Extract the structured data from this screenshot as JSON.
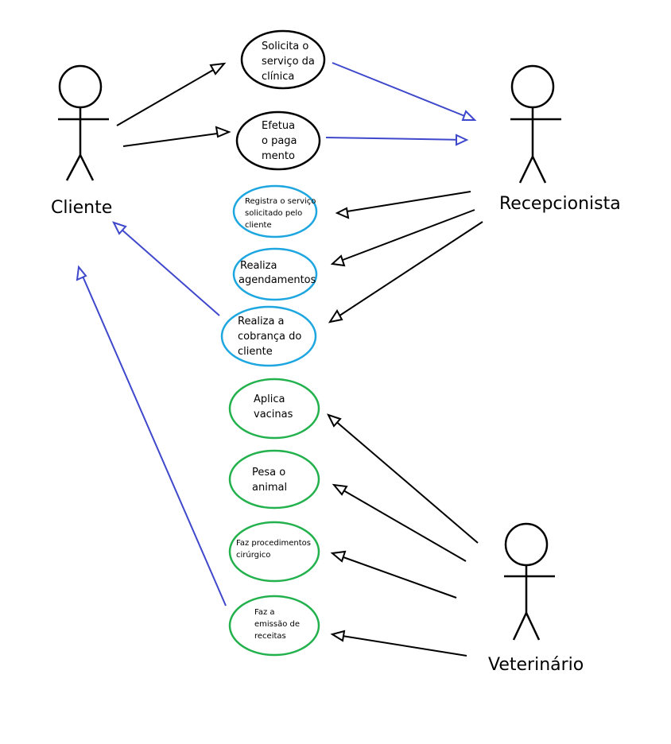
{
  "colors": {
    "black": "#000000",
    "blue_assoc": "#3f48cc",
    "cyan_usecase": "#1da6e0",
    "green_usecase": "#22b14c"
  },
  "actors": {
    "cliente": "Cliente",
    "recepcionista": "Recepcionista",
    "veterinario": "Veterinário"
  },
  "use_cases": {
    "solicita": [
      "Solicita o",
      "serviço da",
      "clínica"
    ],
    "efetua": [
      "Efetua",
      "o paga",
      "mento"
    ],
    "registra": [
      "Registra o serviço",
      "solicitado pelo",
      "cliente"
    ],
    "agenda": [
      "Realiza",
      "agendamentos"
    ],
    "cobranca": [
      "Realiza a",
      "cobrança do",
      "cliente"
    ],
    "vacinas": [
      "Aplica",
      "vacinas"
    ],
    "pesa": [
      "Pesa o",
      "animal"
    ],
    "cirurgico": [
      "Faz procedimentos",
      "cirúrgico"
    ],
    "receitas": [
      "Faz a",
      "emissão de",
      "receitas"
    ]
  }
}
